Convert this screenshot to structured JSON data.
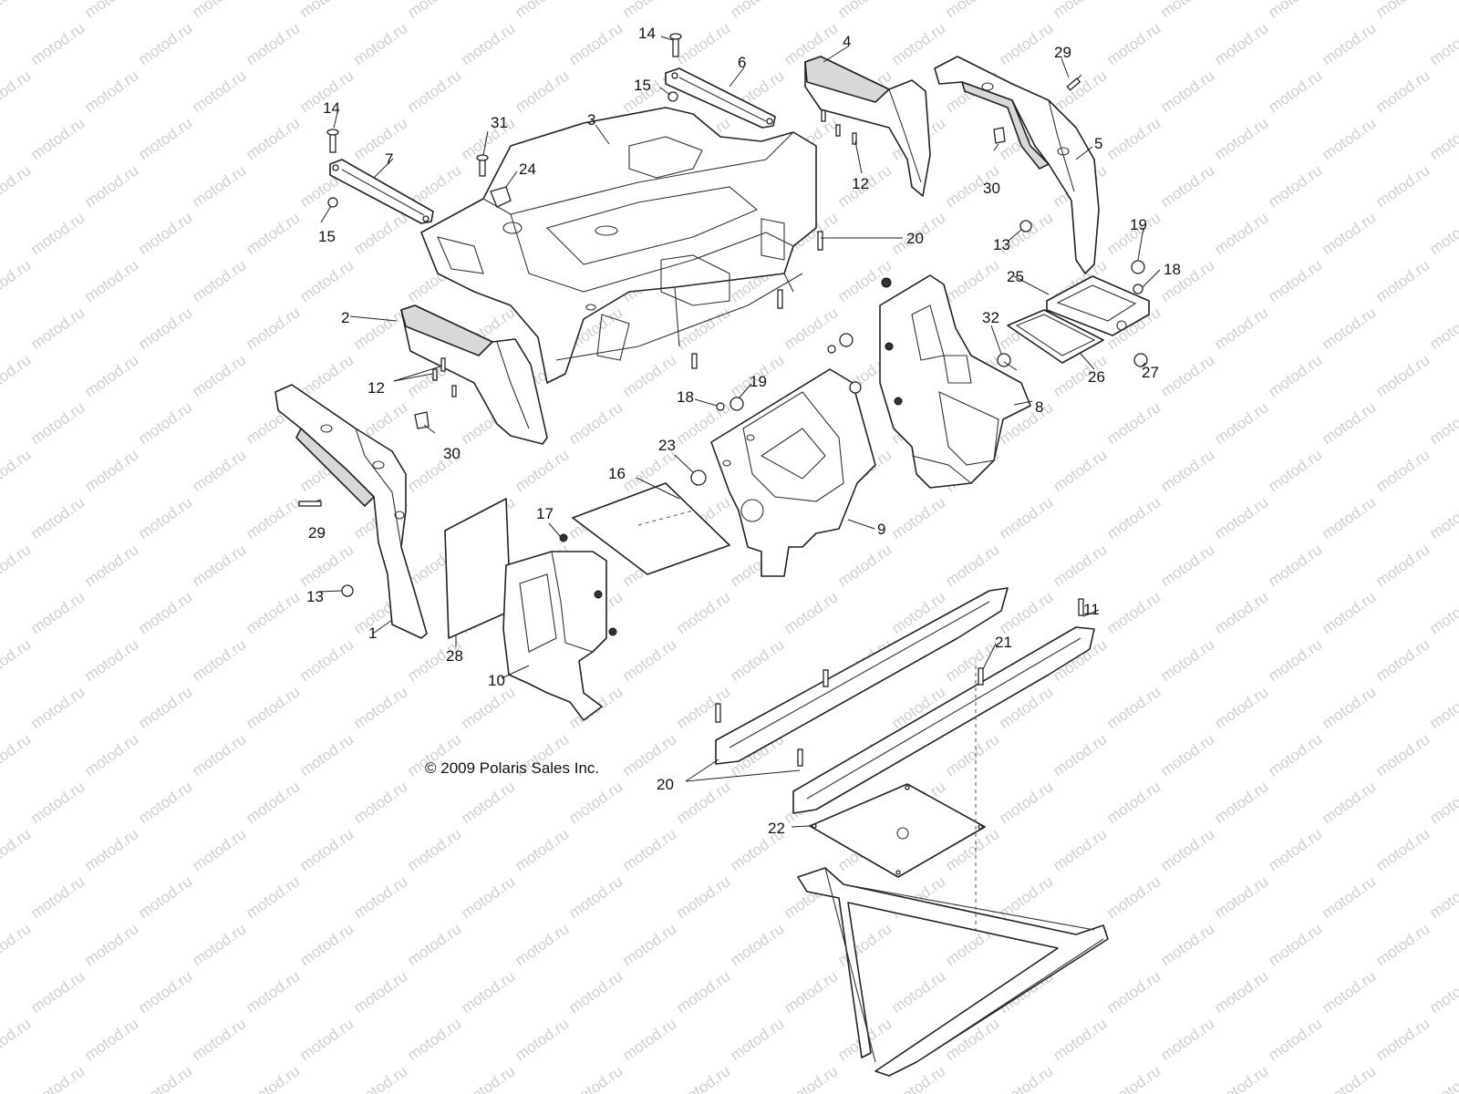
{
  "copyright": "© 2009 Polaris Sales Inc.",
  "watermark": "motod.ru",
  "labels": [
    {
      "id": "1",
      "text": "1"
    },
    {
      "id": "2",
      "text": "2"
    },
    {
      "id": "3",
      "text": "3"
    },
    {
      "id": "4",
      "text": "4"
    },
    {
      "id": "5",
      "text": "5"
    },
    {
      "id": "6",
      "text": "6"
    },
    {
      "id": "7",
      "text": "7"
    },
    {
      "id": "8",
      "text": "8"
    },
    {
      "id": "9",
      "text": "9"
    },
    {
      "id": "10",
      "text": "10"
    },
    {
      "id": "11",
      "text": "11"
    },
    {
      "id": "12a",
      "text": "12"
    },
    {
      "id": "12b",
      "text": "12"
    },
    {
      "id": "13a",
      "text": "13"
    },
    {
      "id": "13b",
      "text": "13"
    },
    {
      "id": "14a",
      "text": "14"
    },
    {
      "id": "14b",
      "text": "14"
    },
    {
      "id": "15a",
      "text": "15"
    },
    {
      "id": "15b",
      "text": "15"
    },
    {
      "id": "16",
      "text": "16"
    },
    {
      "id": "17",
      "text": "17"
    },
    {
      "id": "18a",
      "text": "18"
    },
    {
      "id": "18b",
      "text": "18"
    },
    {
      "id": "19a",
      "text": "19"
    },
    {
      "id": "19b",
      "text": "19"
    },
    {
      "id": "20a",
      "text": "20"
    },
    {
      "id": "20b",
      "text": "20"
    },
    {
      "id": "21",
      "text": "21"
    },
    {
      "id": "22",
      "text": "22"
    },
    {
      "id": "23",
      "text": "23"
    },
    {
      "id": "24",
      "text": "24"
    },
    {
      "id": "25",
      "text": "25"
    },
    {
      "id": "26",
      "text": "26"
    },
    {
      "id": "27",
      "text": "27"
    },
    {
      "id": "28",
      "text": "28"
    },
    {
      "id": "29a",
      "text": "29"
    },
    {
      "id": "29b",
      "text": "29"
    },
    {
      "id": "30a",
      "text": "30"
    },
    {
      "id": "30b",
      "text": "30"
    },
    {
      "id": "31",
      "text": "31"
    },
    {
      "id": "32",
      "text": "32"
    }
  ]
}
